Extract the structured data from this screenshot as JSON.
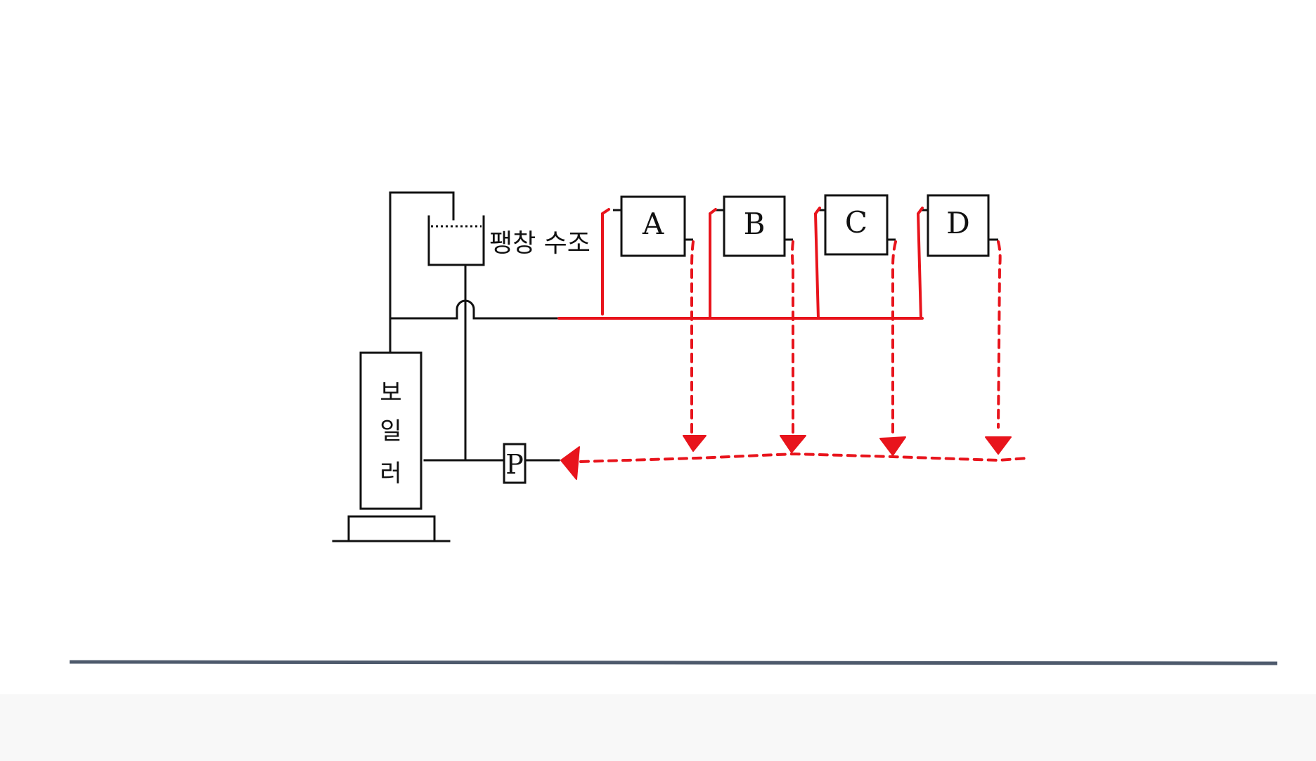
{
  "diagram": {
    "boiler_label": [
      "보",
      "일",
      "러"
    ],
    "expansion_tank_label": "팽창 수조",
    "pump_label": "P",
    "radiators": [
      {
        "label": "A"
      },
      {
        "label": "B"
      },
      {
        "label": "C"
      },
      {
        "label": "D"
      }
    ]
  },
  "colors": {
    "pipe_black": "#111111",
    "supply_red": "#e8141c",
    "return_red": "#e8141c",
    "rule_line": "#4e5a6c",
    "bottom_band": "#f8f8f8"
  }
}
